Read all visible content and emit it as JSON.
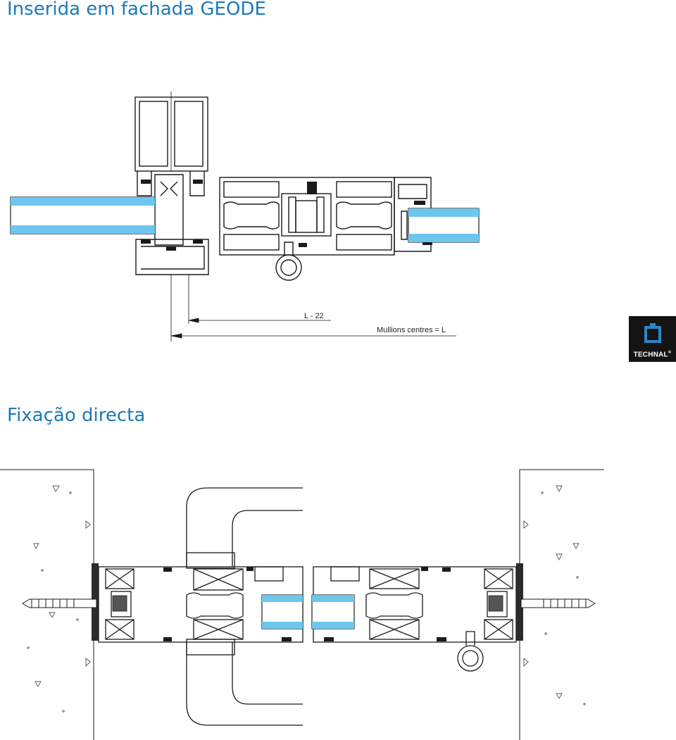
{
  "headings": {
    "top": "Inserida em fachada GEODE",
    "bottom": "Fixação directa"
  },
  "dimensions": {
    "inner": "L - 22",
    "centres": "Mullions centres = L"
  },
  "brand": {
    "name": "TECHNAL",
    "mark": "®"
  },
  "colors": {
    "title": "#1b7ab8",
    "glass": "#6ec6ee",
    "profile": "#1a1a1a",
    "brand_bg": "#141414"
  }
}
